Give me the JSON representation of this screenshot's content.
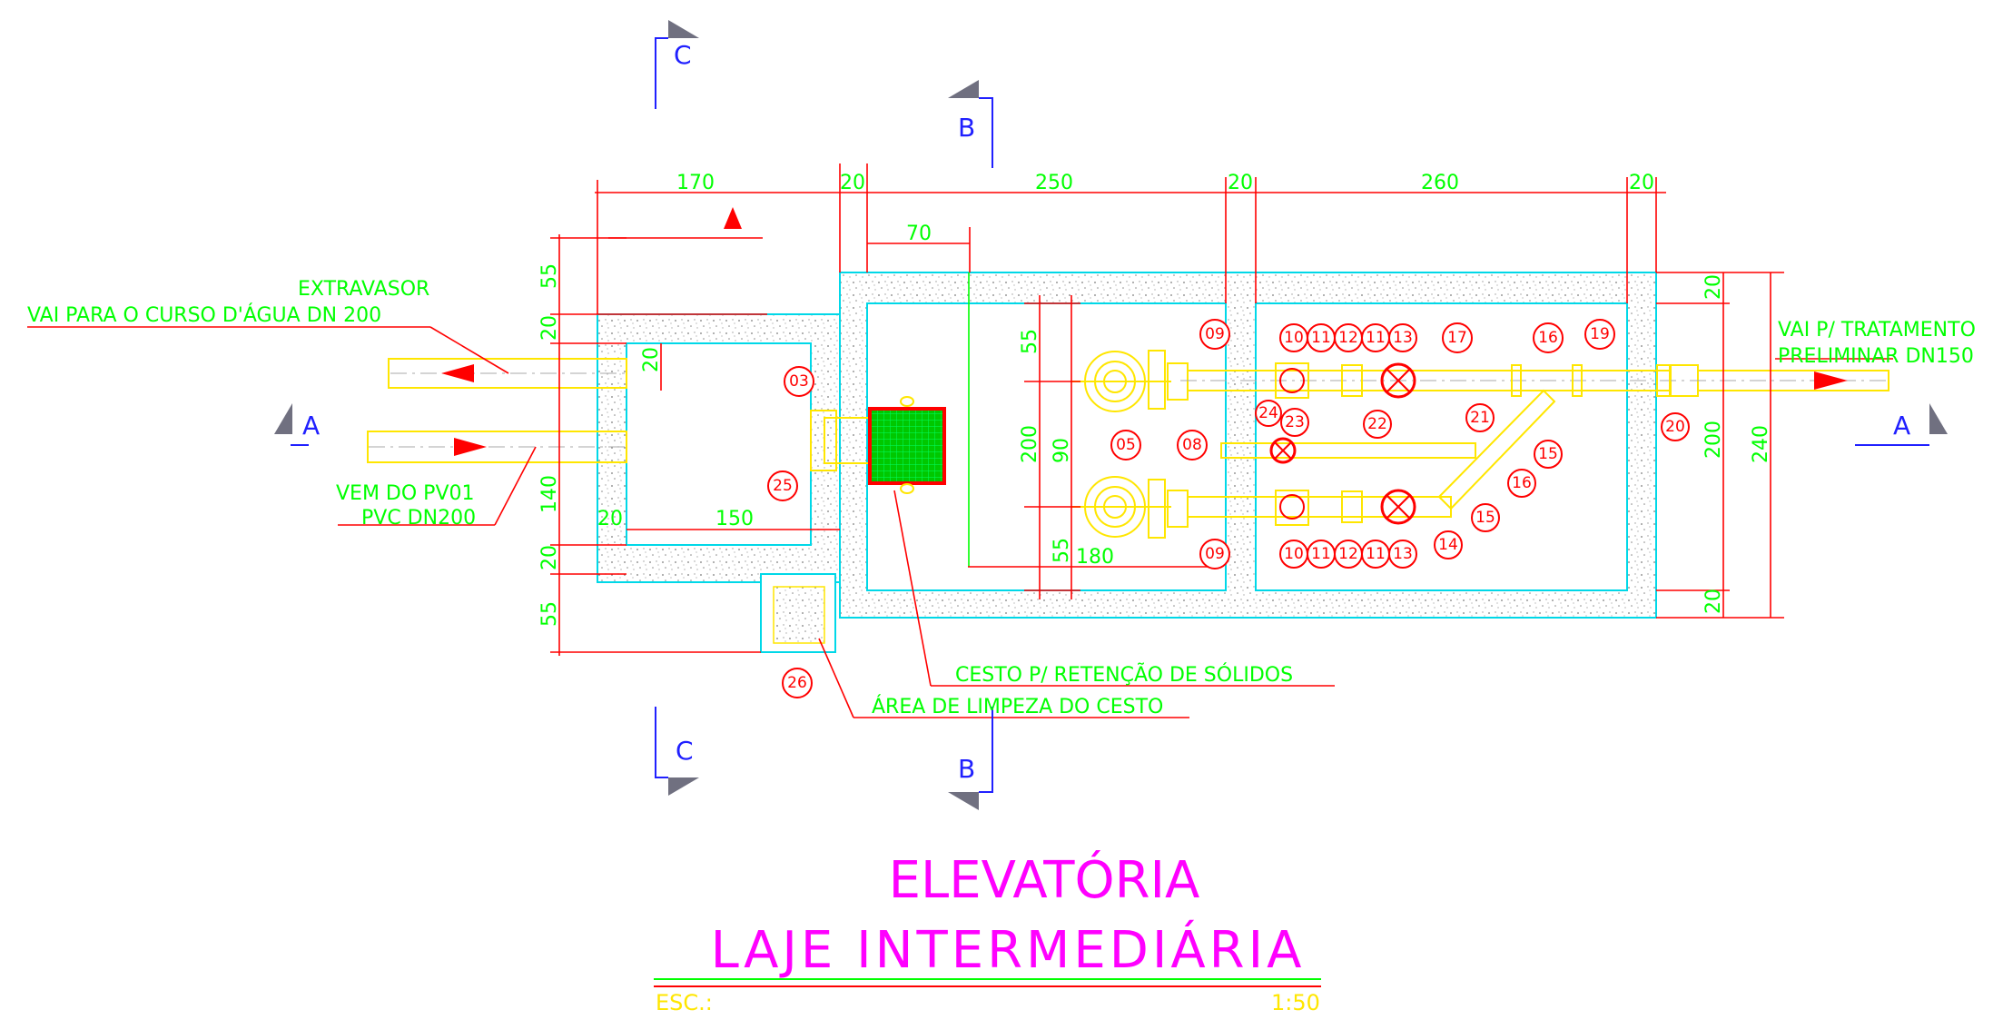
{
  "title": {
    "line1": "ELEVATÓRIA",
    "line2": "LAJE INTERMEDIÁRIA",
    "scale_label": "ESC.:",
    "scale_value": "1:50"
  },
  "colors": {
    "dimension": "#00ff00",
    "structure": "#00d8e8",
    "pipes": "#ffe600",
    "annotation": "#ff0000",
    "title": "#ff00ff",
    "section": "#2020ff"
  },
  "sections": {
    "a": "A",
    "b": "B",
    "c": "C"
  },
  "dimensions": {
    "top_170": "170",
    "top_20a": "20",
    "top_250": "250",
    "top_20b": "20",
    "top_260": "260",
    "top_20c": "20",
    "d_70": "70",
    "left_55a": "55",
    "left_20a": "20",
    "left_140": "140",
    "left_20b": "20",
    "left_55b": "55",
    "inner_20": "20",
    "inner_150": "150",
    "inner_20b": "20",
    "mid_55a": "55",
    "mid_200": "200",
    "mid_90": "90",
    "mid_55b": "55",
    "mid_180": "180",
    "right_20a": "20",
    "right_200": "200",
    "right_20b": "20",
    "right_240": "240"
  },
  "notes": {
    "extravasor_1": "EXTRAVASOR",
    "extravasor_2": "VAI PARA O CURSO D'ÁGUA DN 200",
    "inlet_1": "VEM DO PV01",
    "inlet_2": "PVC DN200",
    "outlet_1": "VAI P/ TRATAMENTO",
    "outlet_2": "PRELIMINAR DN150",
    "basket": "CESTO P/ RETENÇÃO DE SÓLIDOS",
    "cleaning": "ÁREA DE LIMPEZA DO CESTO"
  },
  "bubbles": {
    "b03": "03",
    "b05": "05",
    "b08": "08",
    "b09a": "09",
    "b09b": "09",
    "b10a": "10",
    "b11a": "11",
    "b12a": "12",
    "b11b": "11",
    "b13a": "13",
    "b10b": "10",
    "b11c": "11",
    "b12b": "12",
    "b11d": "11",
    "b13b": "13",
    "b14": "14",
    "b15a": "15",
    "b15b": "15",
    "b16a": "16",
    "b16b": "16",
    "b17": "17",
    "b19": "19",
    "b20": "20",
    "b21": "21",
    "b22": "22",
    "b23": "23",
    "b24": "24",
    "b25": "25",
    "b26": "26"
  }
}
